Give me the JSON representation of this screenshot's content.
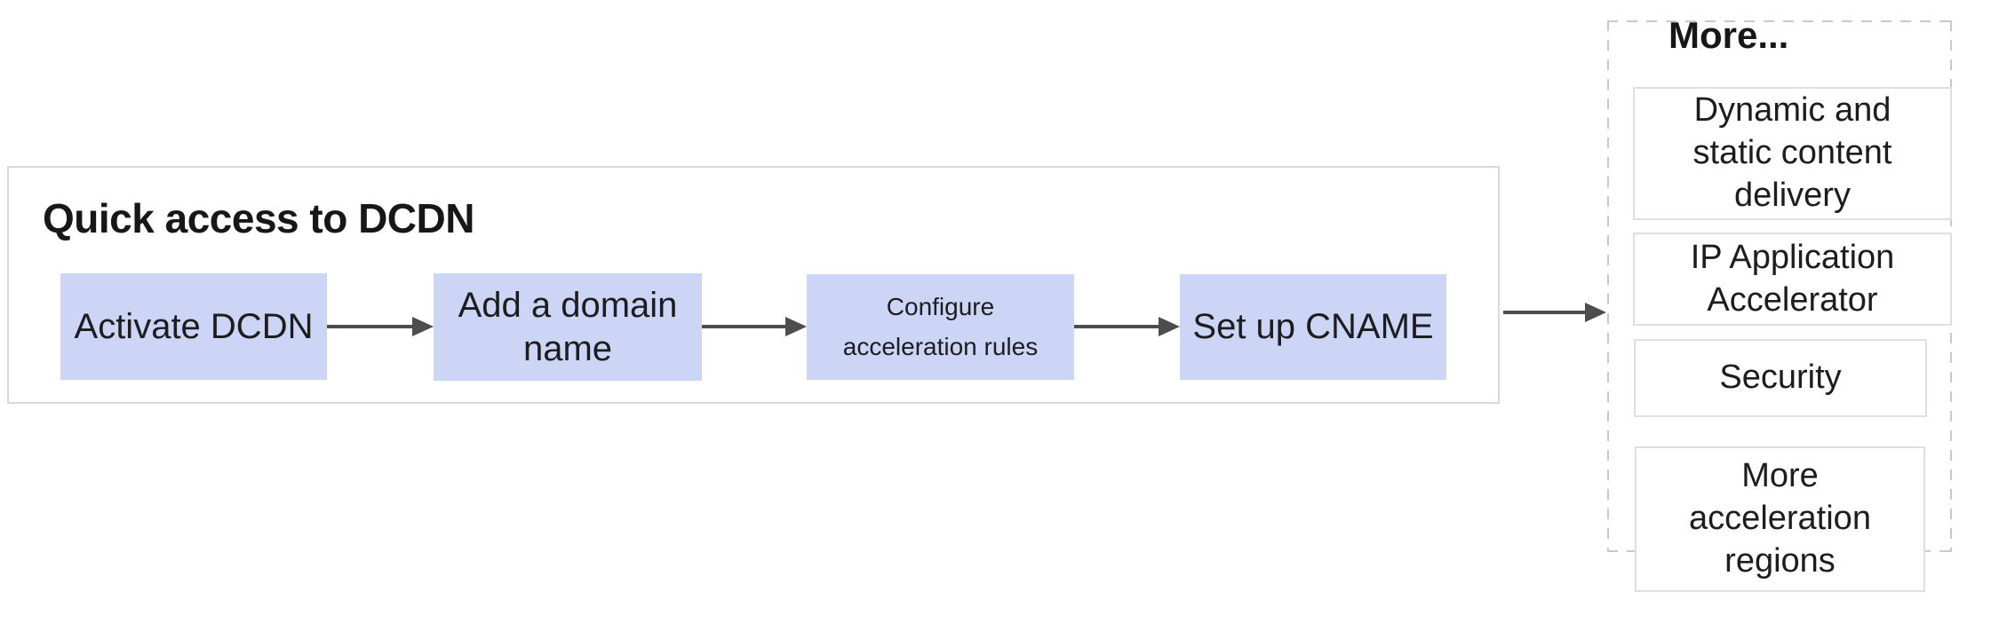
{
  "diagram": {
    "quick_access": {
      "title": "Quick access to DCDN",
      "steps": [
        {
          "label": "Activate DCDN"
        },
        {
          "label": "Add a domain\nname"
        },
        {
          "label": "Configure\nacceleration rules"
        },
        {
          "label": "Set up CNAME"
        }
      ]
    },
    "more": {
      "title": "More...",
      "items": [
        {
          "label": "Dynamic and\nstatic content\ndelivery"
        },
        {
          "label": "IP Application\nAccelerator"
        },
        {
          "label": "Security"
        },
        {
          "label": "More\nacceleration\nregions"
        }
      ]
    }
  },
  "colors": {
    "step_fill": "#ccd5f5",
    "arrow": "#4d4d4d",
    "panel_border": "#d9d9d9",
    "dashed_border": "#c9c9c9",
    "item_border": "#dfdfdf",
    "text": "#1d1d1f"
  }
}
